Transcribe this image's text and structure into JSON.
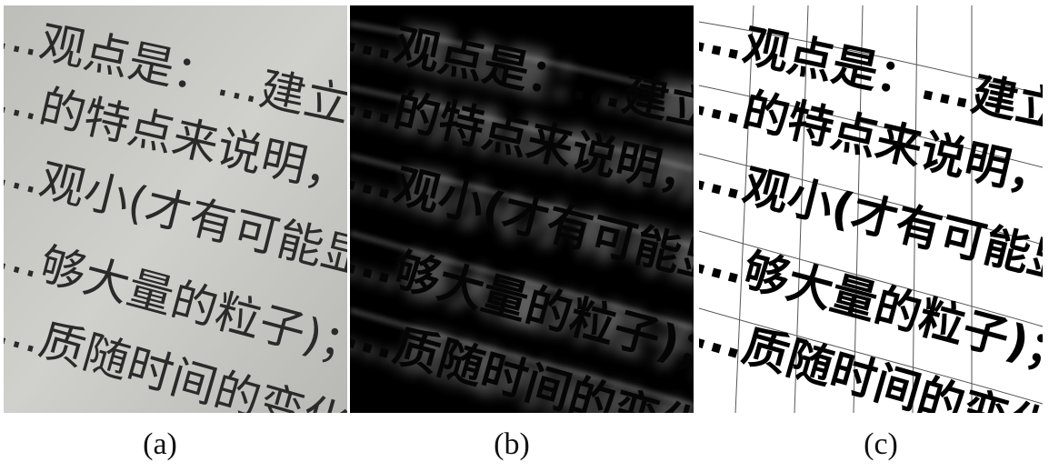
{
  "text_lines": [
    "...观点是：...建立宏",
    "...的特点来说明，宏观量",
    "...观小(才有可能显",
    "...够大量的粒子)；",
    "...质随时间的变化"
  ],
  "captions": {
    "a": "(a)",
    "b": "(b)",
    "c": "(c)"
  },
  "colors": {
    "page_bg": "#ffffff",
    "paper_gray": "#c9c9c6",
    "ink_dark": "#1a1a1a",
    "dist_bg": "#000000",
    "dist_ridge": "#cfcfcf"
  }
}
